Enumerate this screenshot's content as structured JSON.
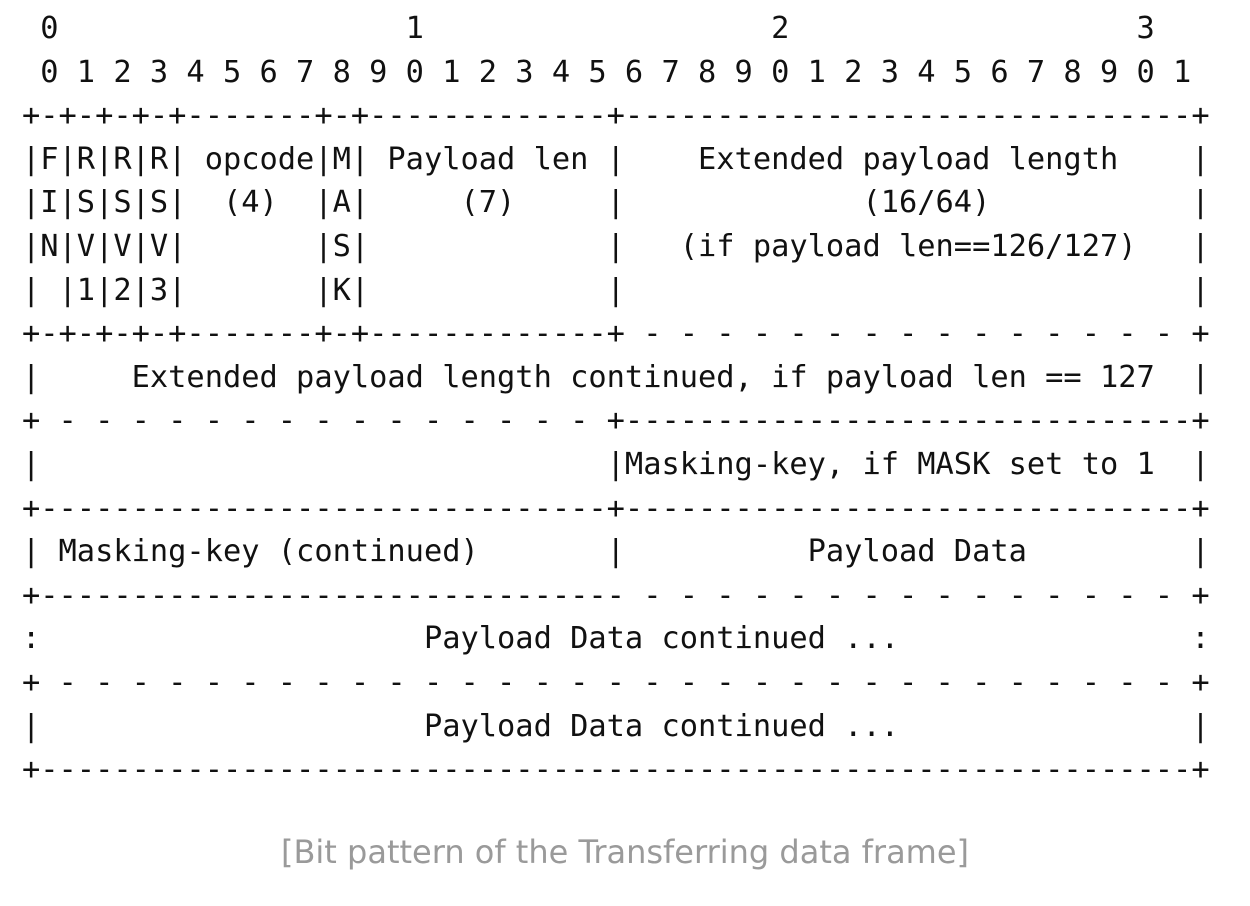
{
  "diagram": {
    "lines": [
      " 0                   1                   2                   3",
      " 0 1 2 3 4 5 6 7 8 9 0 1 2 3 4 5 6 7 8 9 0 1 2 3 4 5 6 7 8 9 0 1",
      "+-+-+-+-+-------+-+-------------+-------------------------------+",
      "|F|R|R|R| opcode|M| Payload len |    Extended payload length    |",
      "|I|S|S|S|  (4)  |A|     (7)     |             (16/64)           |",
      "|N|V|V|V|       |S|             |   (if payload len==126/127)   |",
      "| |1|2|3|       |K|             |                               |",
      "+-+-+-+-+-------+-+-------------+ - - - - - - - - - - - - - - - +",
      "|     Extended payload length continued, if payload len == 127  |",
      "+ - - - - - - - - - - - - - - - +-------------------------------+",
      "|                               |Masking-key, if MASK set to 1  |",
      "+-------------------------------+-------------------------------+",
      "| Masking-key (continued)       |          Payload Data         |",
      "+-------------------------------- - - - - - - - - - - - - - - - +",
      ":                     Payload Data continued ...                :",
      "+ - - - - - - - - - - - - - - - - - - - - - - - - - - - - - - - +",
      "|                     Payload Data continued ...                |",
      "+---------------------------------------------------------------+"
    ]
  },
  "caption": "[Bit pattern of the Transferring data frame]"
}
